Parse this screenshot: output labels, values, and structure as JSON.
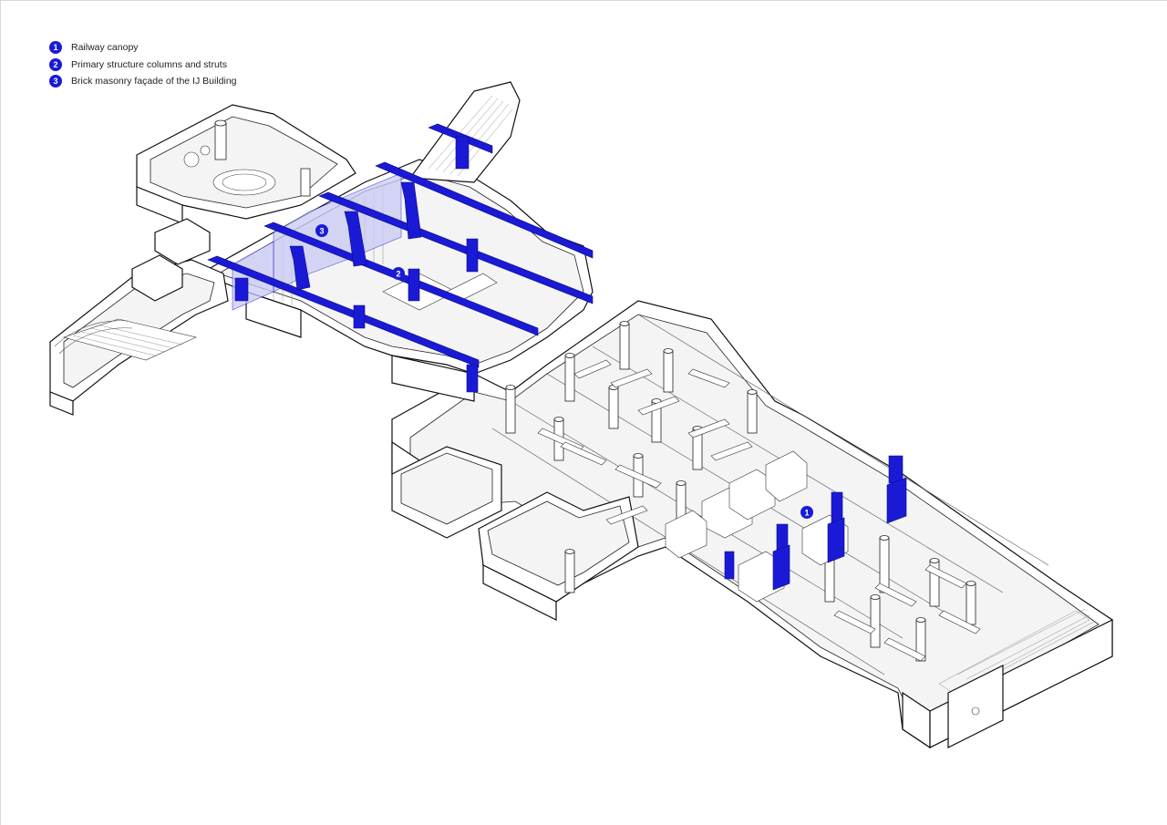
{
  "legend": {
    "items": [
      {
        "number": "1",
        "label": "Railway canopy"
      },
      {
        "number": "2",
        "label": "Primary structure columns and struts"
      },
      {
        "number": "3",
        "label": "Brick masonry façade of the IJ Building"
      }
    ]
  },
  "markers": [
    {
      "number": "1"
    },
    {
      "number": "2"
    },
    {
      "number": "3"
    }
  ],
  "colors": {
    "accent": "#1a1ad6",
    "line": "#111111",
    "floor": "#f4f4f4"
  }
}
